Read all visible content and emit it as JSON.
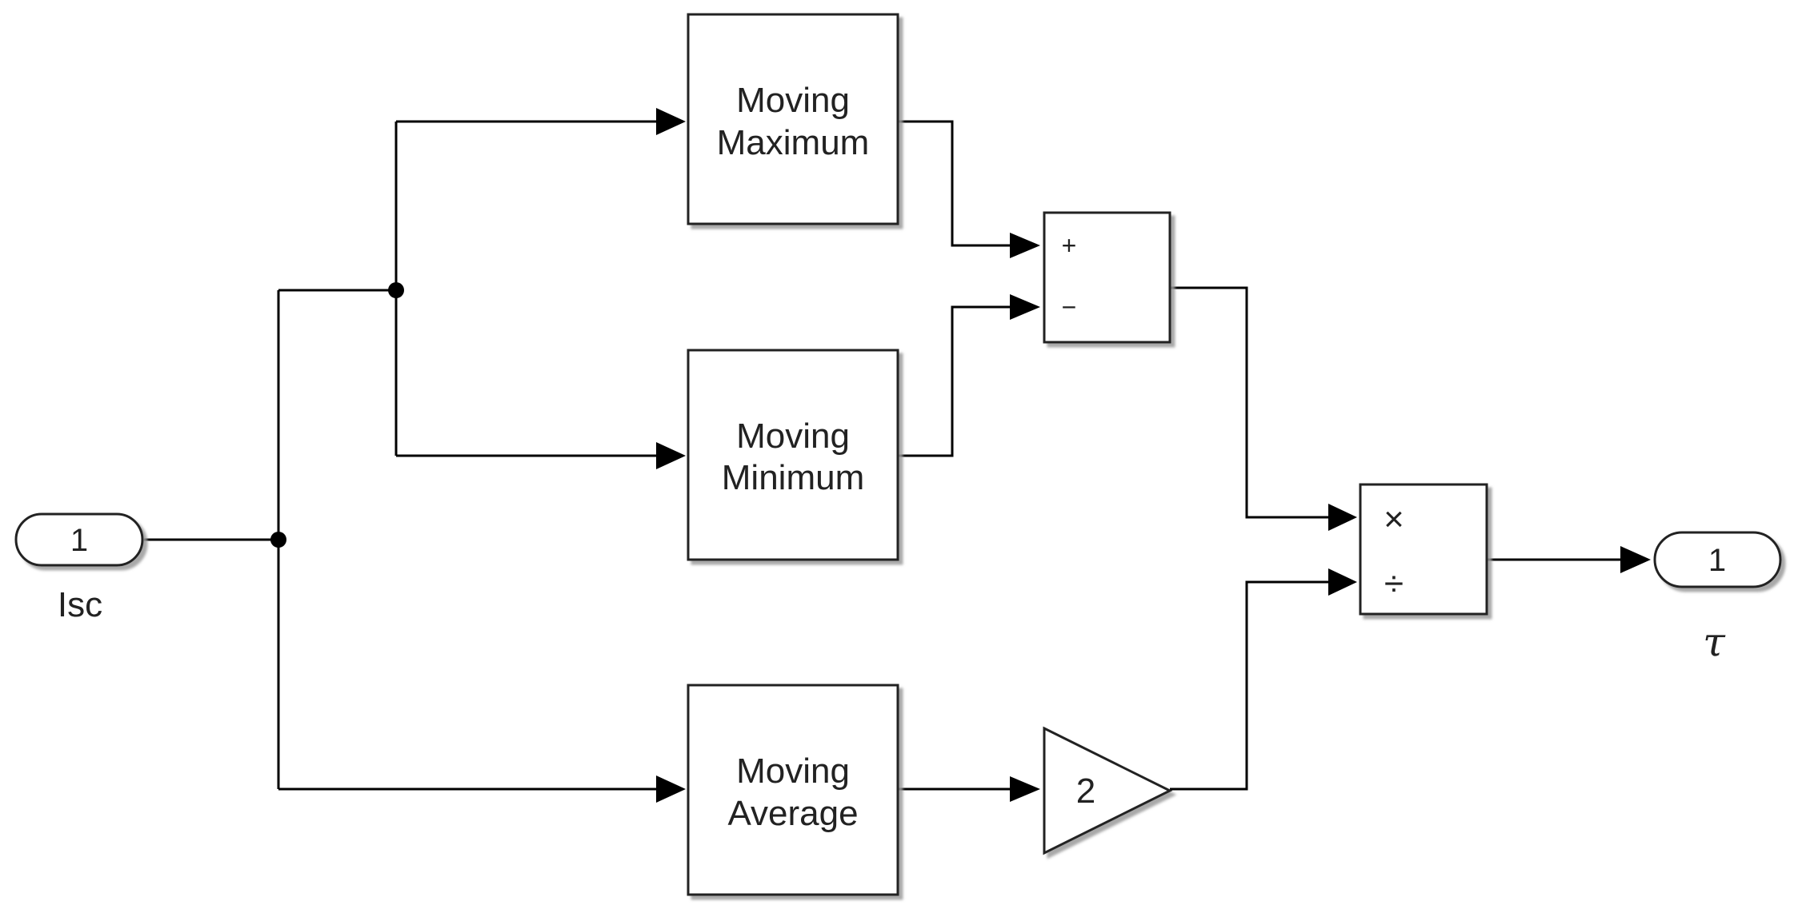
{
  "inport": {
    "number": "1",
    "name": "Isc"
  },
  "outport": {
    "number": "1",
    "name": "τ"
  },
  "blocks": {
    "moving_maximum": {
      "line1": "Moving",
      "line2": "Maximum"
    },
    "moving_minimum": {
      "line1": "Moving",
      "line2": "Minimum"
    },
    "moving_average": {
      "line1": "Moving",
      "line2": "Average"
    },
    "sum": {
      "plus_sign": "+",
      "minus_sign": "−"
    },
    "product": {
      "multiply_sign": "×",
      "divide_sign": "÷"
    },
    "gain": {
      "value": "2"
    }
  }
}
